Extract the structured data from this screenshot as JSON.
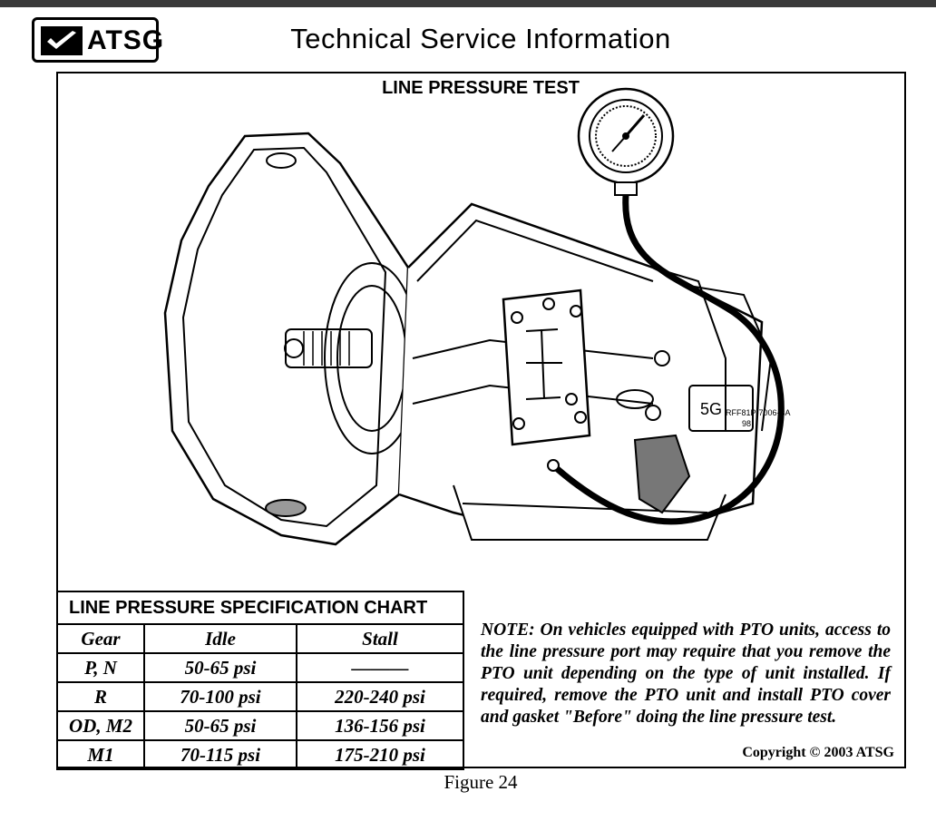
{
  "header": {
    "logo_text": "ATSG",
    "title": "Technical Service Information"
  },
  "figure": {
    "title": "LINE PRESSURE TEST",
    "caption": "Figure 24",
    "plate_code": "RFF81P-7006-BA",
    "plate_code2": "98",
    "plate_badge": "5G"
  },
  "spec_chart": {
    "title": "LINE PRESSURE SPECIFICATION CHART",
    "headers": [
      "Gear",
      "Idle",
      "Stall"
    ],
    "rows": [
      [
        "P, N",
        "50-65 psi",
        "———"
      ],
      [
        "R",
        "70-100 psi",
        "220-240 psi"
      ],
      [
        "OD, M2",
        "50-65 psi",
        "136-156 psi"
      ],
      [
        "M1",
        "70-115 psi",
        "175-210 psi"
      ]
    ]
  },
  "note": "NOTE:  On vehicles equipped with PTO units, access to the line pressure port may require that you remove the PTO unit depending on the type of unit installed.  If required, remove the PTO unit and install PTO cover and gasket \"Before\" doing the line pressure test.",
  "copyright": "Copyright © 2003 ATSG"
}
